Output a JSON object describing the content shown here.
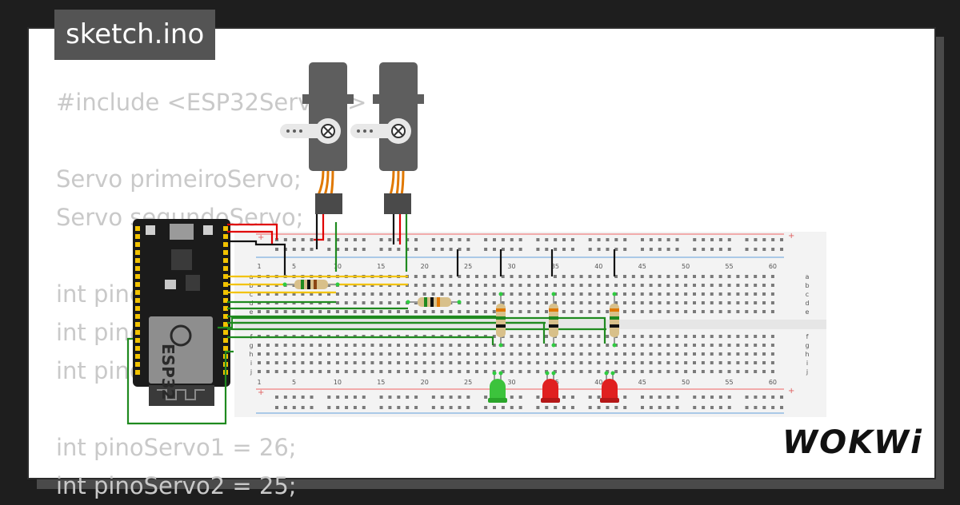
{
  "file_tab": "sketch.ino",
  "code_lines": [
    "#include <ESP32Servo.h>",
    "",
    "Servo primeiroServo;",
    "Servo segundoServo;",
    "",
    "int pino",
    "int pino",
    "int pino",
    "",
    "int pinoServo1 = 26;",
    "int pinoServo2 = 25;"
  ],
  "esp32_label": "ESP32",
  "breadboard": {
    "column_numbers": [
      "1",
      "5",
      "10",
      "15",
      "20",
      "25",
      "30",
      "35",
      "40",
      "45",
      "50",
      "55",
      "60"
    ],
    "row_letters_top": [
      "a",
      "b",
      "c",
      "d",
      "e"
    ],
    "row_letters_bottom": [
      "f",
      "g",
      "h",
      "i",
      "j"
    ],
    "rail_plus": "+",
    "rail_minus": "-"
  },
  "leds": [
    {
      "color": "green",
      "hex": "#3cc33c"
    },
    {
      "color": "red",
      "hex": "#e02020"
    },
    {
      "color": "red",
      "hex": "#e02020"
    }
  ],
  "wire_colors": {
    "power": "#e00000",
    "ground": "#111111",
    "signal": "#1f8a1f",
    "bus": "#f2c200"
  },
  "brand_logo": "WOKWi"
}
